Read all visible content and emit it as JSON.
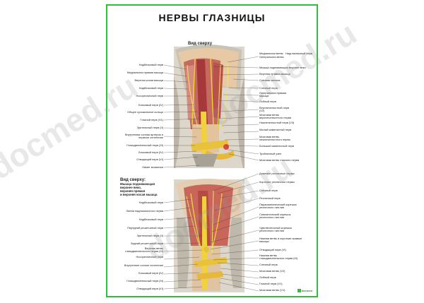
{
  "title": "НЕРВЫ ГЛАЗНИЦЫ",
  "top_view": {
    "subtitle": "Вид сверху",
    "left_labels": [
      "Надблоковый нерв",
      "Медиальная прямая мышца",
      "Верхняя косая мышца",
      "Надблоковый нерв",
      "Носоресничный нерв",
      "Блоковый нерв (IV)",
      "Общее сухожильное кольцо",
      "Глазной нерв (V1)",
      "Зрительный нерв (II)",
      "Внутренняя сонная артерия и нервное сплетение",
      "Глазодвигательный нерв (III)",
      "Блоковый нерв (IV)",
      "Отводящий нерв (VI)",
      "Намет мозжечка"
    ],
    "right_labels": [
      "Медиальная ветвь",
      "Латеральная ветвь",
      "Надглазничный нерв",
      "Мышца поднимающая верхнее веко",
      "Верхняя прямая мышца",
      "Слезная железа",
      "Слезный нерв",
      "Латеральная прямая мышца",
      "Лобный нерв",
      "Верхнечелюстной нерв (V2)",
      "Мозговая ветвь верхнечелюстного нерва",
      "Нижнечелюстной нерв (V3)",
      "Малый каменистый нерв",
      "Мозговая ветвь нижнечелюстного нерва",
      "Большой каменистый нерв",
      "Тройничный узел",
      "Мозговая ветвь глазного нерва"
    ]
  },
  "bottom_view": {
    "subtitle": "Вид сверху:",
    "subtitle_lines": [
      "Мышца поднимающая",
      "верхнее веко,",
      "верхняя прямая",
      "и верхняя косая мышца"
    ],
    "left_labels": [
      "Надблоковый нерв",
      "Ветви надглазничного нерва",
      "Надблоковый нерв",
      "Передний решетчатый нерв",
      "Зрительный нерв (II)",
      "Задний решетчатый нерв",
      "Верхняя ветвь глазодвигательного нерва (III)",
      "Носоресничный нерв",
      "Внутреннее сонное сплетение",
      "Блоковый нерв (IV)",
      "Глазодвигательный нерв (III)",
      "Отводящий нерв (VI)"
    ],
    "right_labels": [
      "Длинные ресничные нервы",
      "Короткие ресничные нервы",
      "Слезный нерв",
      "Ресничный нерв",
      "Парасимпатический корешок ресничного ганглия",
      "Симпатический корешок ресничного ганглия",
      "Чувствительный корешок ресничного ганглия",
      "Нижняя ветвь и короткие прямые мышцы",
      "Отводящий нерв (VI)",
      "Нижняя ветвь глазодвигательного нерва (III)",
      "Слезный нерв",
      "Мозговая ветвь (V2)",
      "Лобный нерв",
      "Глазной нерв (V1)",
      "Мозговая ветвь (V1)"
    ]
  },
  "watermark": "docmed.ru",
  "logo": "docmed",
  "colors": {
    "border": "#2fbf3a",
    "nerve": "#f2d23c",
    "muscle": "#b8494a",
    "bone": "#d9d4c8",
    "brain": "#e7c7a6"
  }
}
